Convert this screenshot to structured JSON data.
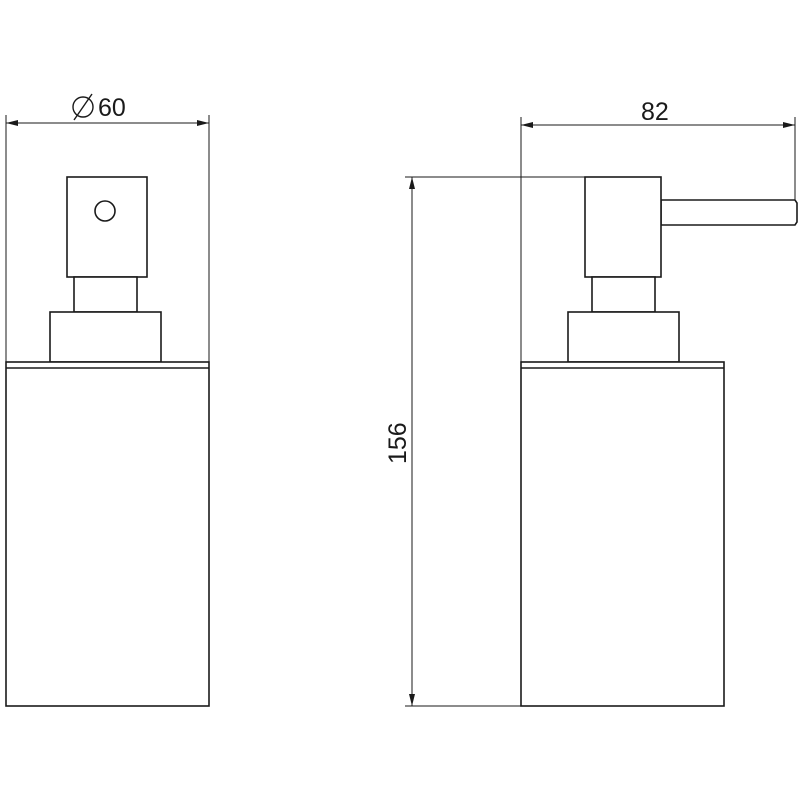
{
  "drawing": {
    "front_view": {
      "diameter_symbol": "⌀",
      "width_dimension": "60"
    },
    "side_view": {
      "depth_dimension": "82",
      "height_dimension": "156"
    }
  }
}
